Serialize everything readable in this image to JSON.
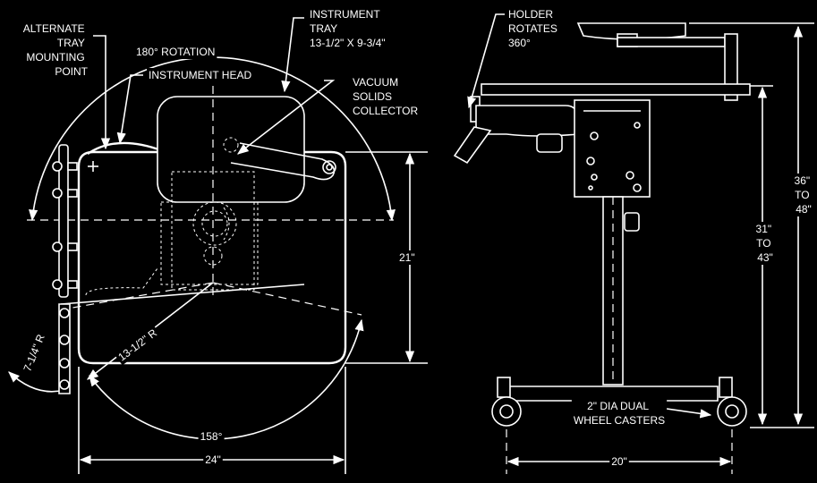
{
  "top_view": {
    "alternate_tray": [
      "ALTERNATE",
      "TRAY",
      "MOUNTING",
      "POINT"
    ],
    "rotation": "180° ROTATION",
    "instrument_head": "INSTRUMENT HEAD",
    "instrument_tray": [
      "INSTRUMENT",
      "TRAY",
      "13-1/2\" X 9-3/4\""
    ],
    "vacuum": [
      "VACUUM",
      "SOLIDS",
      "COLLECTOR"
    ],
    "depth": "21\"",
    "radius_large": "13-1/2\" R",
    "radius_small": "7-1/4\" R",
    "sweep": "158°",
    "width": "24\""
  },
  "side_view": {
    "holder": [
      "HOLDER",
      "ROTATES",
      "360°"
    ],
    "height_max": [
      "36\"",
      "TO",
      "48\""
    ],
    "height_min": [
      "31\"",
      "TO",
      "43\""
    ],
    "casters": [
      "2\" DIA DUAL",
      "WHEEL CASTERS"
    ],
    "base_width": "20\""
  }
}
